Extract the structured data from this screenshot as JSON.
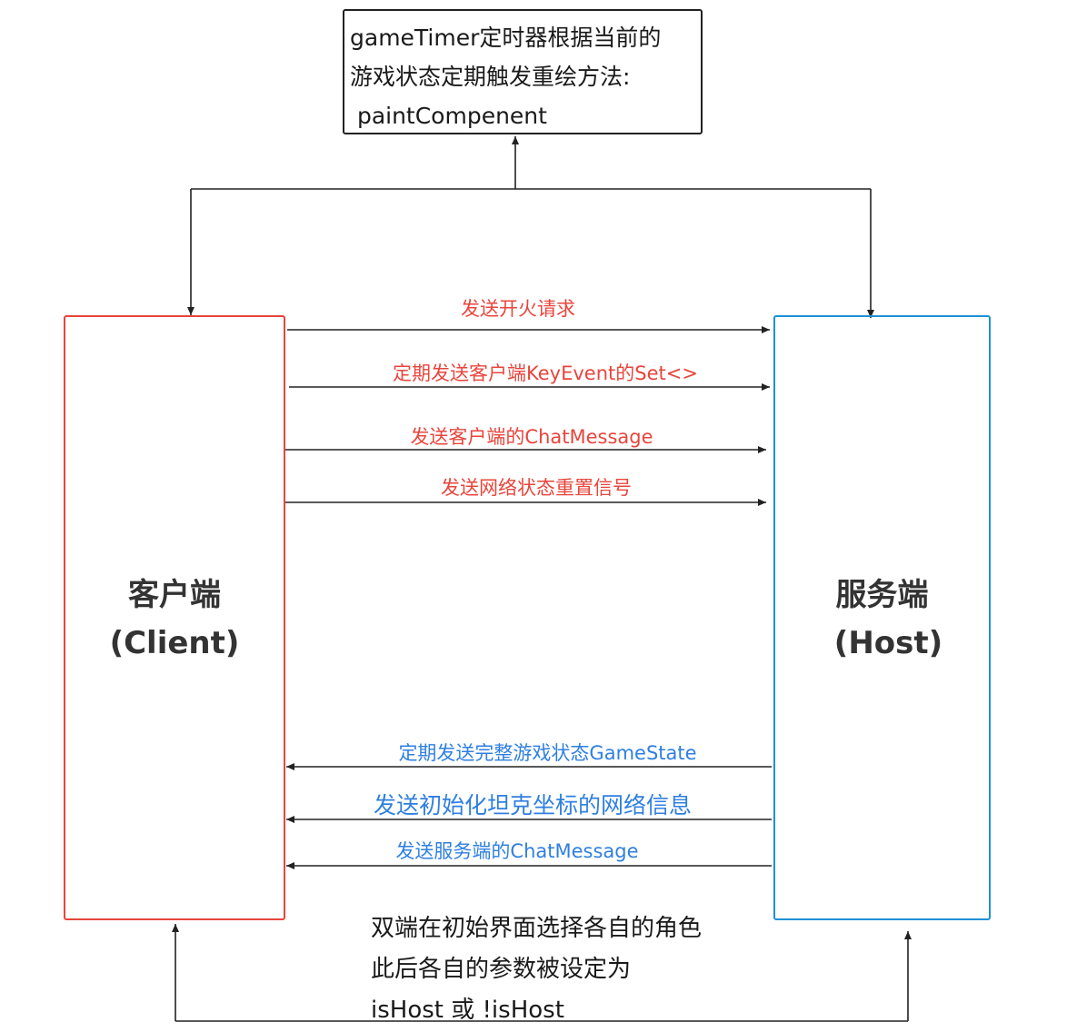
{
  "top_box": {
    "line1": "gameTimer定时器根据当前的",
    "line2": "游戏状态定期触发重绘方法:",
    "line3": " paintCompenent"
  },
  "client": {
    "title": "客户端",
    "subtitle": "(Client)"
  },
  "host": {
    "title": "服务端",
    "subtitle": "(Host)"
  },
  "client_to_host": [
    "发送开火请求",
    "定期发送客户端KeyEvent的Set<>",
    "发送客户端的ChatMessage",
    "发送网络状态重置信号"
  ],
  "host_to_client": [
    "定期发送完整游戏状态GameState",
    "发送初始化坦克坐标的网络信息",
    "发送服务端的ChatMessage"
  ],
  "bottom_note": {
    "line1": "双端在初始界面选择各自的角色",
    "line2": "此后各自的参数被设定为",
    "line3": "isHost 或 !isHost"
  },
  "colors": {
    "client_border": "#e8453c",
    "host_border": "#1e90d6",
    "client_to_host_text": "#e8453c",
    "host_to_client_text": "#2f7fe0",
    "line": "#222222"
  }
}
